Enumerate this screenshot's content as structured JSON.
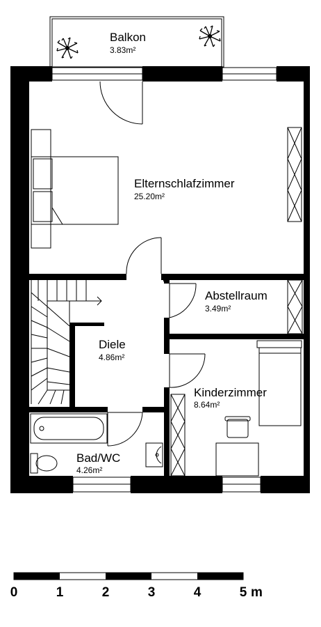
{
  "rooms": {
    "balkon": {
      "name": "Balkon",
      "area": "3.83m²"
    },
    "eltern": {
      "name": "Elternschlafzimmer",
      "area": "25.20m²"
    },
    "abstell": {
      "name": "Abstellraum",
      "area": "3.49m²"
    },
    "diele": {
      "name": "Diele",
      "area": "4.86m²"
    },
    "kinder": {
      "name": "Kinderzimmer",
      "area": "8.64m²"
    },
    "bad": {
      "name": "Bad/WC",
      "area": "4.26m²"
    }
  },
  "scale": {
    "labels": [
      "0",
      "1",
      "2",
      "3",
      "4",
      "5"
    ],
    "unit": "m"
  },
  "colors": {
    "wall": "#000000",
    "background": "#ffffff"
  }
}
